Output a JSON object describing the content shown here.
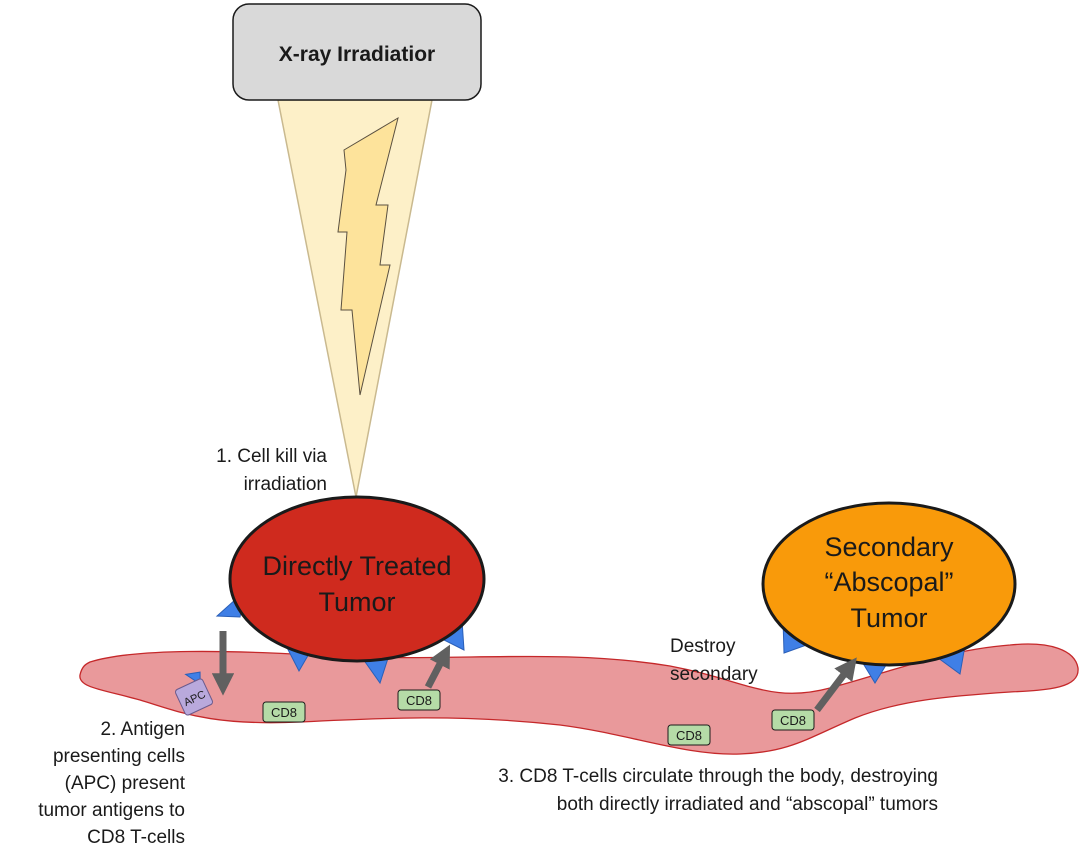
{
  "source": {
    "label": "X-ray Irradiatior"
  },
  "tumor_primary": {
    "line1": "Directly Treated",
    "line2": "Tumor"
  },
  "tumor_secondary": {
    "line1": "Secondary",
    "line2": "“Abscopal”",
    "line3": "Tumor"
  },
  "steps": {
    "step1": {
      "line1": "1. Cell kill via",
      "line2": "irradiation"
    },
    "step2": {
      "line1": "2. Antigen",
      "line2": "presenting cells",
      "line3": "(APC) present",
      "line4": "tumor antigens to",
      "line5": "CD8 T-cells"
    },
    "step3": {
      "line1": "3. CD8 T-cells circulate through the body, destroying",
      "line2": "both directly irradiated and “abscopal” tumors"
    },
    "destroy": {
      "line1": "Destroy",
      "line2": "secondary"
    }
  },
  "cells": {
    "apc": "APC",
    "cd8": "CD8"
  },
  "colors": {
    "beam": "#fdf0c8",
    "bolt": "#fde39b",
    "box": "#d9d9d9",
    "tumor_primary": "#cf2a1e",
    "tumor_secondary": "#f99a0a",
    "vessel": "#e9999b",
    "vessel_edge": "#c5282a",
    "antigen": "#3f7fe6",
    "cd8": "#b5dba7",
    "apc": "#b9a9dc",
    "arrow": "#606060"
  }
}
